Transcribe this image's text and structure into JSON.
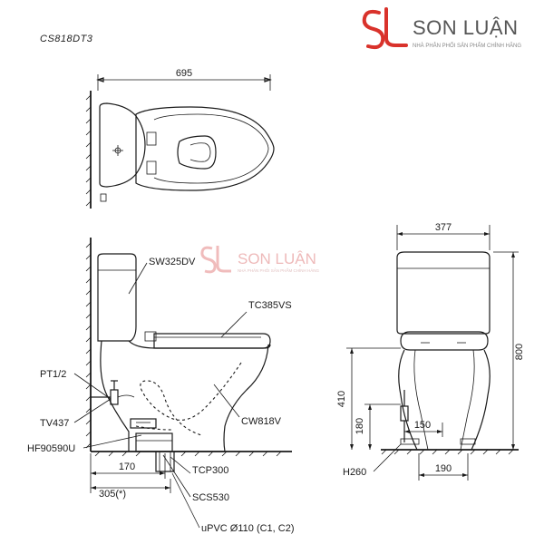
{
  "model_code": "CS818DT3",
  "brand": {
    "name": "SON LUẬN",
    "tagline": "NHÀ PHÂN PHỐI SẢN PHẨM CHÍNH HÃNG",
    "logo_letters": "SL",
    "colors": {
      "logo": "#d9322b",
      "text": "#555555"
    }
  },
  "watermark": {
    "name": "SON LUẬN",
    "tagline": "NHÀ PHÂN PHỐI SẢN PHẨM CHÍNH HÃNG"
  },
  "top_view": {
    "width_label": "695"
  },
  "side_view": {
    "parts": {
      "tank": "SW325DV",
      "seat": "TC385VS",
      "bowl": "CW818V",
      "supply": "PT1/2",
      "valve": "TV437",
      "hose": "HF90590U",
      "flange": "TCP300",
      "seal": "SCS530",
      "pipe": "uPVC Ø110 (C1, C2)"
    },
    "dims": {
      "d170": "170",
      "d305": "305(*)"
    }
  },
  "front_view": {
    "dims": {
      "width": "377",
      "height": "800",
      "seat_height": "410",
      "valve_height": "180",
      "valve_offset": "150",
      "outlet_offset": "190",
      "hose_label": "H260"
    }
  }
}
